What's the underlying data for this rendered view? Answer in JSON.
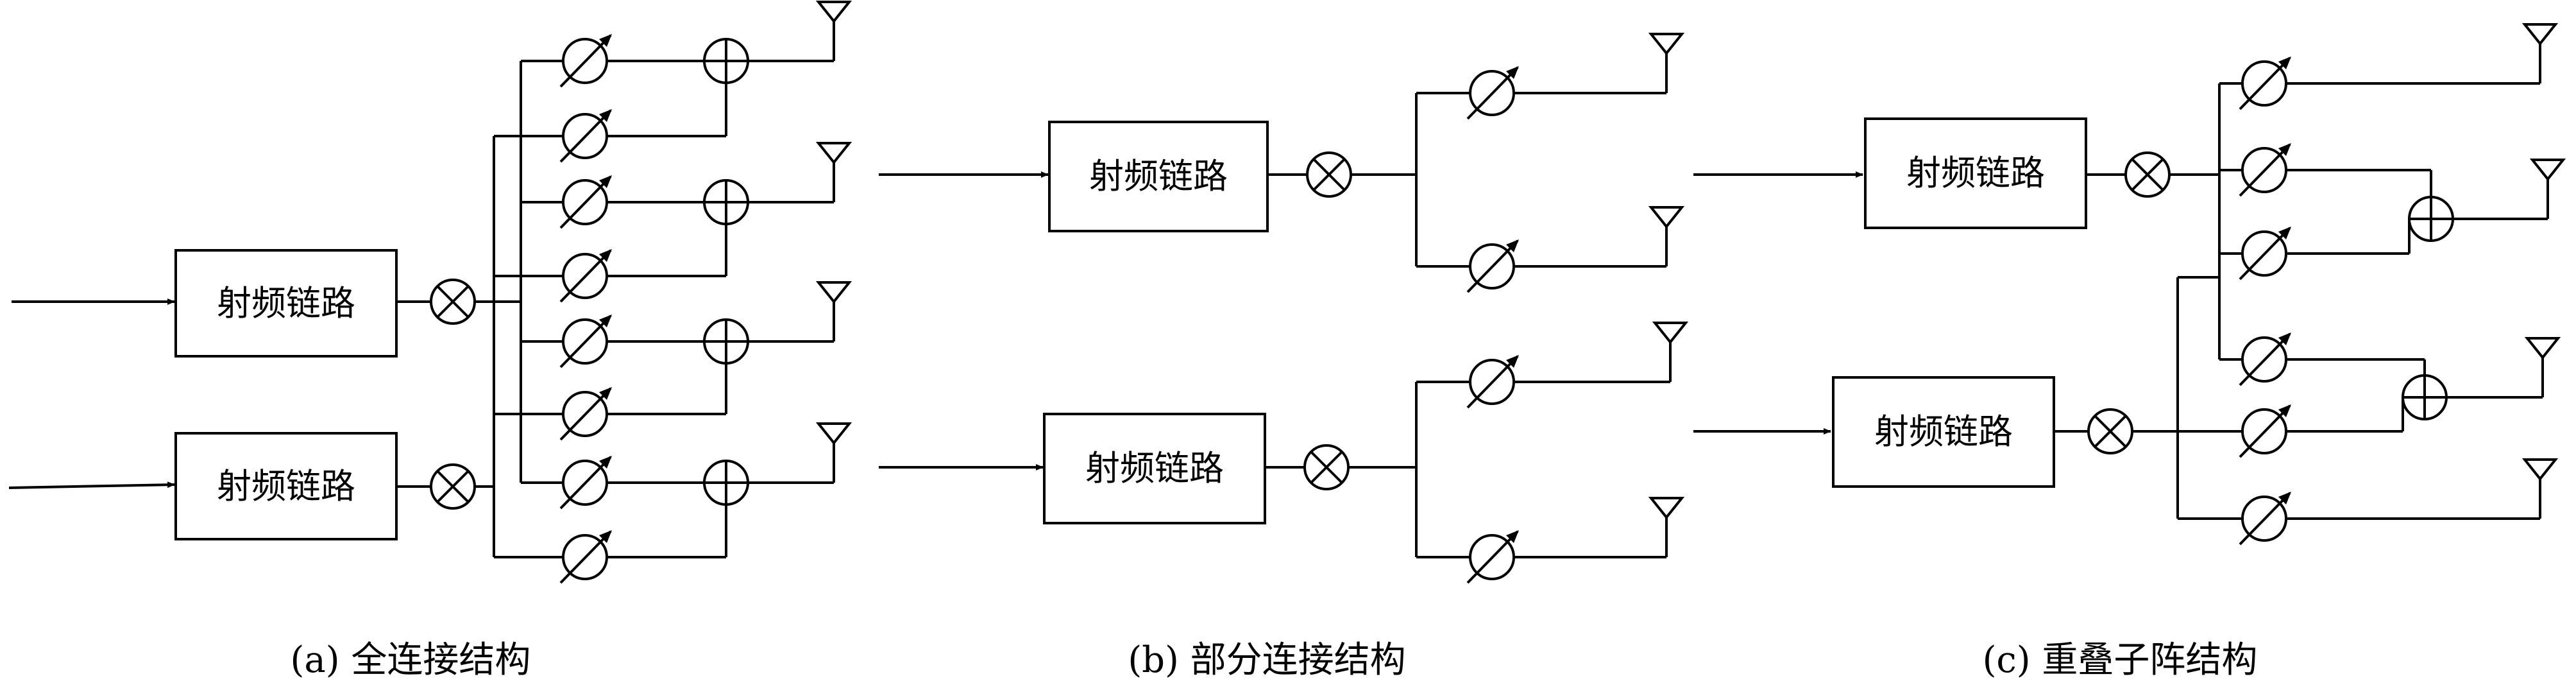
{
  "rf_chain_label": "射频链路",
  "captions": {
    "a": "(a) 全连接结构",
    "b": "(b) 部分连接结构",
    "c": "(c) 重叠子阵结构"
  },
  "colors": {
    "stroke": "#000000",
    "background": "#ffffff"
  },
  "panel_a": {
    "rf_chains": 2,
    "phase_shifters": 8,
    "combiners": 4,
    "antennas": 4
  },
  "panel_b": {
    "rf_chains": 2,
    "phase_shifters": 4,
    "antennas": 4
  },
  "panel_c": {
    "rf_chains": 2,
    "phase_shifters": 6,
    "combiners": 2,
    "antennas": 4
  }
}
